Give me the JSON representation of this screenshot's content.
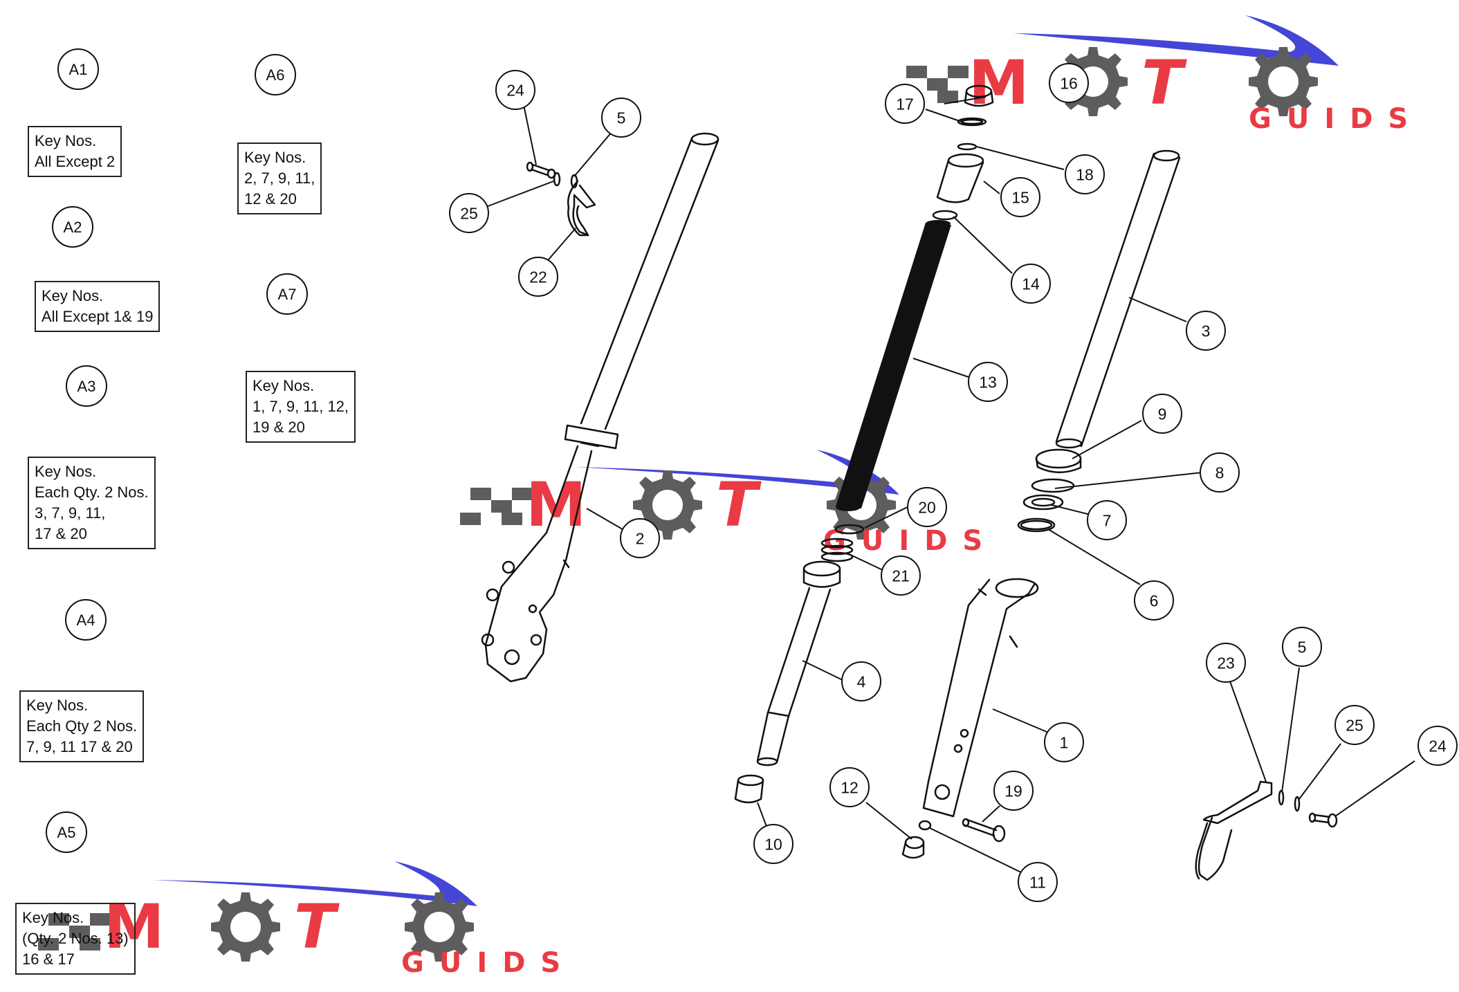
{
  "key_groups": [
    {
      "label": "A1",
      "lines": [
        "Key Nos.",
        "All Except 2"
      ]
    },
    {
      "label": "A2",
      "lines": [
        "Key Nos.",
        "All Except 1& 19"
      ]
    },
    {
      "label": "A3",
      "lines": [
        "Key Nos.",
        "Each Qty. 2 Nos.",
        "3, 7, 9, 11,",
        "17 & 20"
      ]
    },
    {
      "label": "A4",
      "lines": [
        "Key Nos.",
        "Each Qty 2 Nos.",
        "7, 9, 11 17 & 20"
      ]
    },
    {
      "label": "A5",
      "lines": [
        "Key Nos.",
        "(Qty. 2 Nos. 13)",
        "16 & 17"
      ]
    },
    {
      "label": "A6",
      "lines": [
        "Key Nos.",
        "2, 7, 9, 11,",
        "12 & 20"
      ]
    },
    {
      "label": "A7",
      "lines": [
        "Key Nos.",
        "1, 7, 9, 11, 12,",
        "19 & 20"
      ]
    }
  ],
  "callouts": [
    "24",
    "5",
    "25",
    "22",
    "2",
    "16",
    "17",
    "18",
    "15",
    "14",
    "13",
    "20",
    "21",
    "4",
    "10",
    "12",
    "11",
    "19",
    "1",
    "3",
    "9",
    "8",
    "7",
    "6",
    "23",
    "5",
    "25",
    "24"
  ],
  "watermark": {
    "brand": "MOTO",
    "sub": "GUIDS",
    "colors": {
      "red": "#e8313a",
      "gray": "#555555",
      "blue": "#3b3bd6"
    }
  },
  "parts_icons": [
    "fork-tube-icon",
    "fork-slider-icon",
    "damper-rod-icon",
    "spring-icon",
    "seal-icon",
    "bolt-icon",
    "bracket-icon"
  ]
}
